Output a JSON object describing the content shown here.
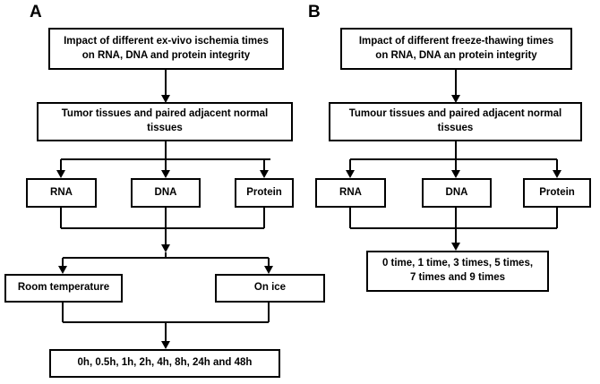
{
  "figure": {
    "type": "flowchart",
    "background": "#ffffff",
    "line_color": "#000000",
    "text_color": "#000000"
  },
  "panels": [
    {
      "id": "A",
      "label": "A",
      "nodes": {
        "title": "Impact of different ex-vivo ischemia times on RNA, DNA and protein integrity",
        "title_line1": "Impact of different ex-vivo ischemia times",
        "title_line2": "on RNA, DNA and protein integrity",
        "tissues_line1": "Tumor tissues and paired adjacent normal",
        "tissues_line2": "tissues",
        "analyte_rna": "RNA",
        "analyte_dna": "DNA",
        "analyte_protein": "Protein",
        "condition_room": "Room temperature",
        "condition_ice": "On ice",
        "timepoints": "0h, 0.5h, 1h, 2h, 4h, 8h, 24h and 48h"
      }
    },
    {
      "id": "B",
      "label": "B",
      "nodes": {
        "title": "Impact of  different freeze-thawing times on RNA, DNA an protein integrity",
        "title_line1": "Impact of  different freeze-thawing times",
        "title_line2": "on RNA, DNA an protein integrity",
        "tissues_line1": "Tumour tissues and paired adjacent normal",
        "tissues_line2": "tissues",
        "analyte_rna": "RNA",
        "analyte_dna": "DNA",
        "analyte_protein": "Protein",
        "cycles_line1": "0 time, 1 time, 3 times, 5 times,",
        "cycles_line2": "7 times and 9 times"
      }
    }
  ]
}
